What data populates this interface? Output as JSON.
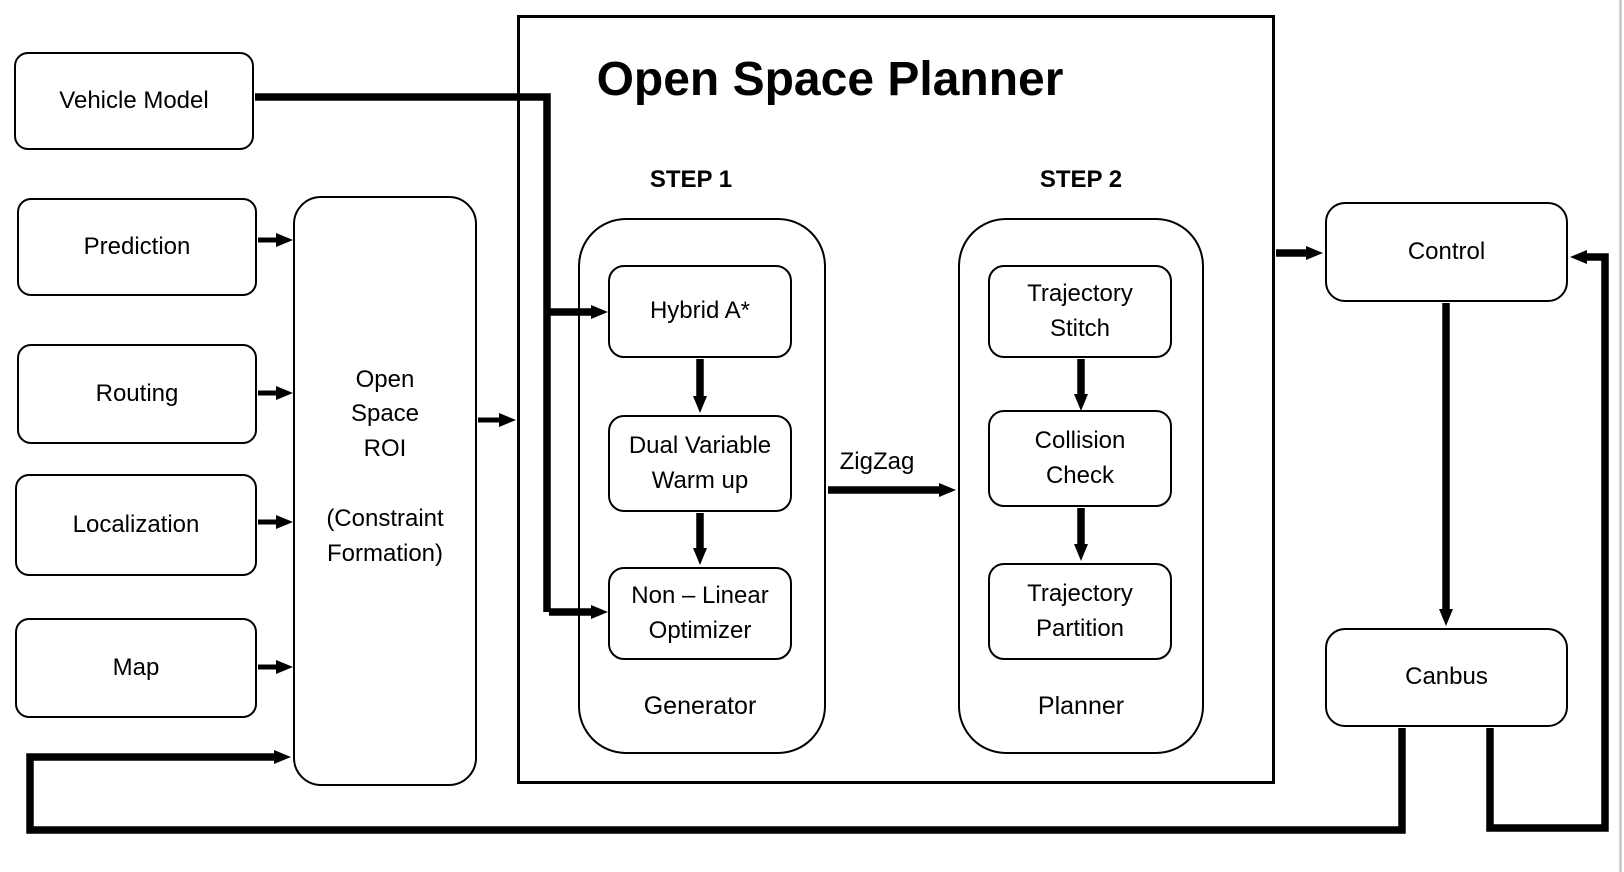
{
  "diagram_title": "Open Space Planner",
  "left_inputs": {
    "vehicle_model": "Vehicle Model",
    "prediction": "Prediction",
    "routing": "Routing",
    "localization": "Localization",
    "map": "Map"
  },
  "roi_box": {
    "text": "Open\nSpace\nROI\n\n(Constraint\nFormation)"
  },
  "step1": {
    "label": "STEP 1",
    "boxes": {
      "hybrid_a_star": "Hybrid A*",
      "dual_variable_warm_up": "Dual Variable\nWarm up",
      "non_linear_optimizer": "Non – Linear\nOptimizer"
    },
    "caption": "Generator"
  },
  "step2": {
    "label": "STEP 2",
    "boxes": {
      "trajectory_stitch": "Trajectory\nStitch",
      "collision_check": "Collision\nCheck",
      "trajectory_partition": "Trajectory\nPartition"
    },
    "caption": "Planner"
  },
  "edge_labels": {
    "zigzag": "ZigZag"
  },
  "right_nodes": {
    "control": "Control",
    "canbus": "Canbus"
  },
  "colors": {
    "ink": "#000000",
    "background": "#ffffff",
    "slide_edge": "#c6c6c6"
  }
}
